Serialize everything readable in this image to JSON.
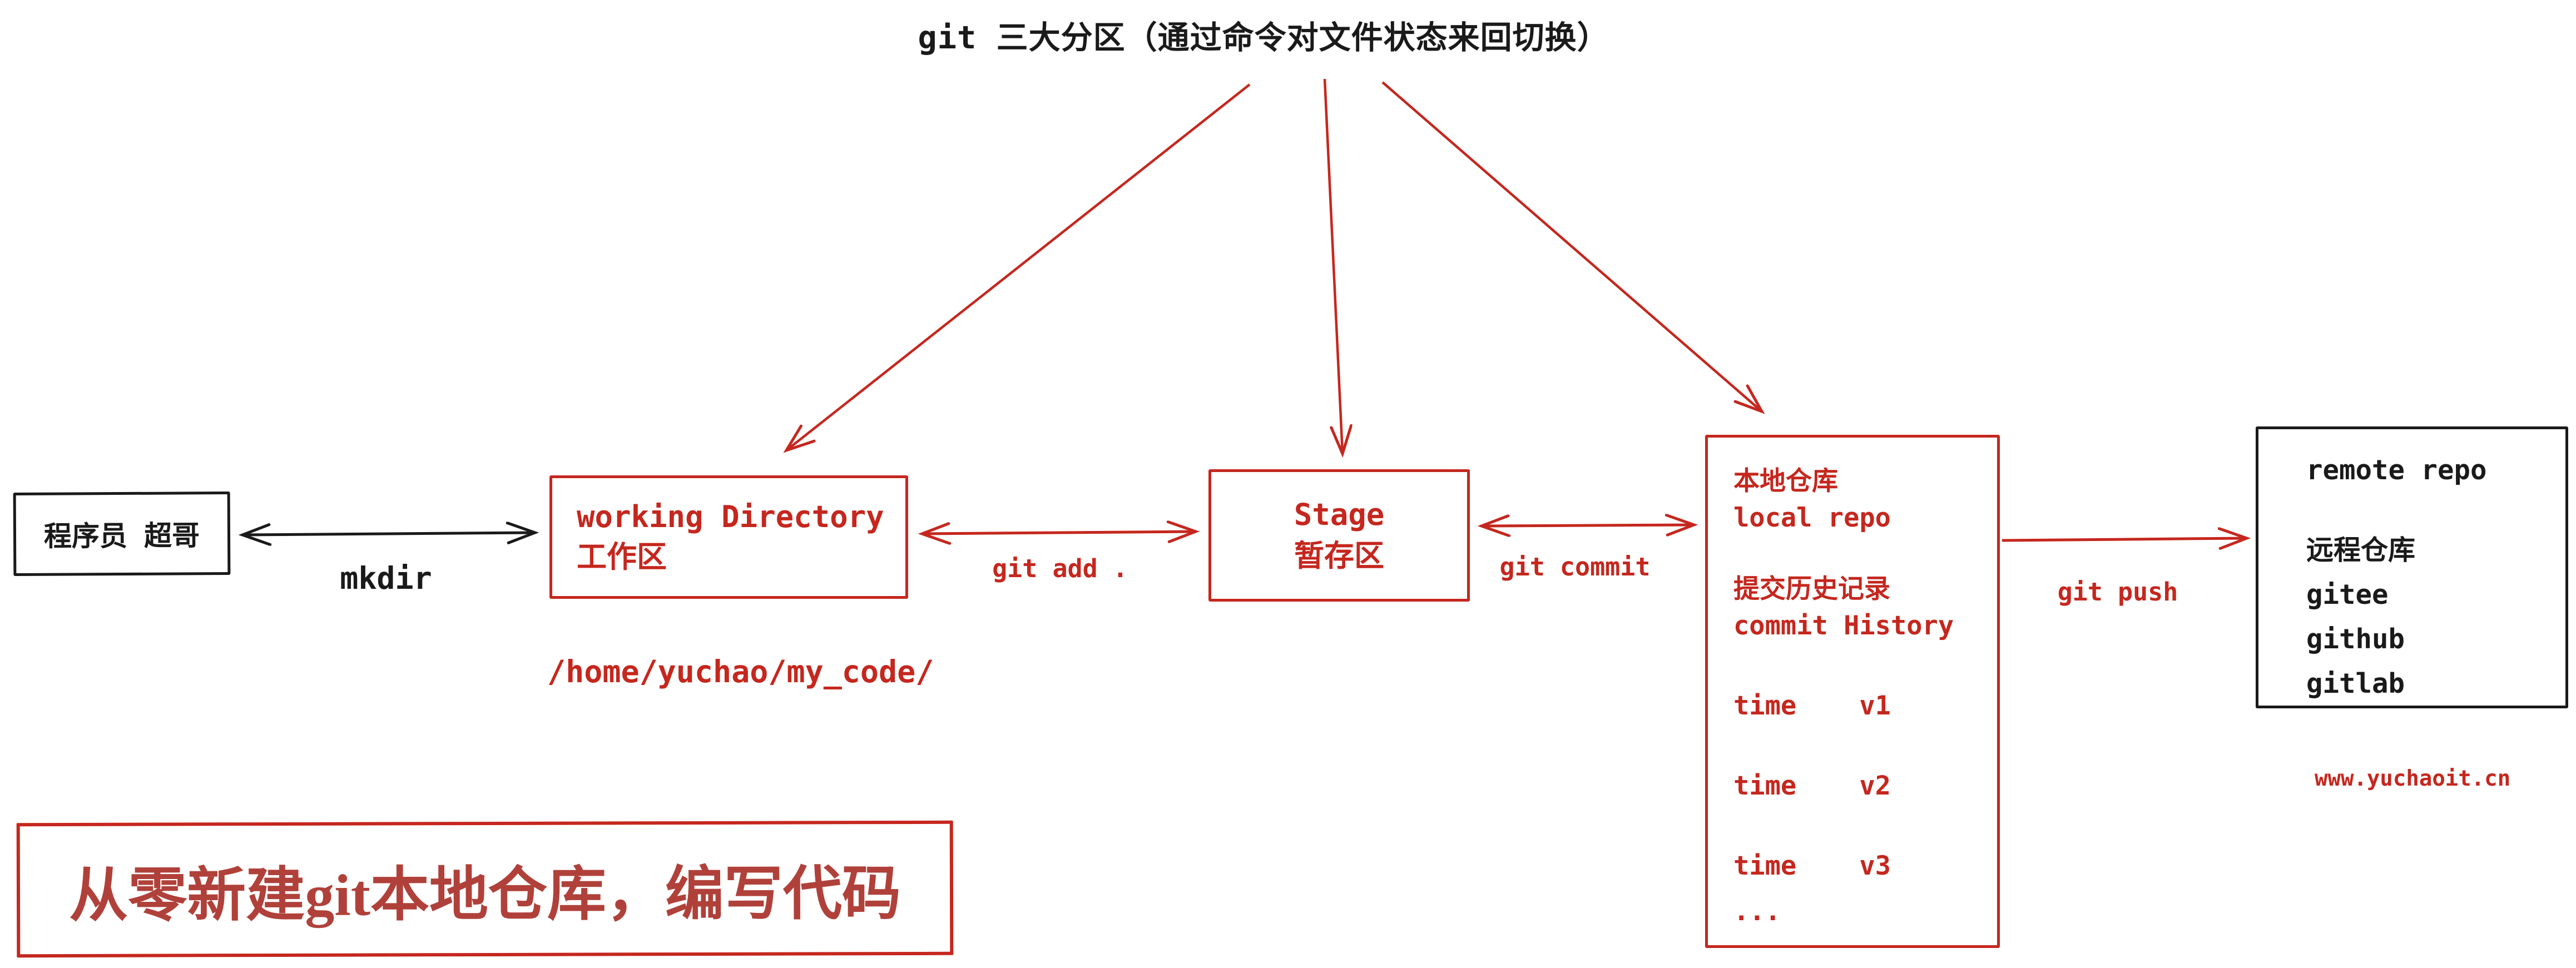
{
  "title": "git 三大分区（通过命令对文件状态来回切换）",
  "colors": {
    "ink_black": "#1a1a1a",
    "primary_red": "#c5271e",
    "banner_red": "#b0413a",
    "background": "#ffffff"
  },
  "nodes": {
    "person": {
      "label": "程序员 超哥"
    },
    "working_directory": {
      "title_en": "working Directory",
      "title_zh": "工作区",
      "path": "/home/yuchao/my_code/"
    },
    "stage": {
      "title_en": "Stage",
      "title_zh": "暂存区"
    },
    "local_repo": {
      "title_zh": "本地仓库",
      "title_en": "local repo",
      "subtitle_zh": "提交历史记录",
      "subtitle_en": "commit History",
      "timeline": [
        "time    v1",
        "time    v2",
        "time    v3",
        "..."
      ]
    },
    "remote_repo": {
      "title_en": "remote repo",
      "title_zh": "远程仓库",
      "providers": [
        "gitee",
        "github",
        "gitlab"
      ]
    }
  },
  "edges": {
    "mkdir": "mkdir",
    "git_add": "git add .",
    "git_commit": "git commit",
    "git_push": "git push"
  },
  "footer": {
    "banner": "从零新建git本地仓库，编写代码",
    "site": "www.yuchaoit.cn"
  }
}
